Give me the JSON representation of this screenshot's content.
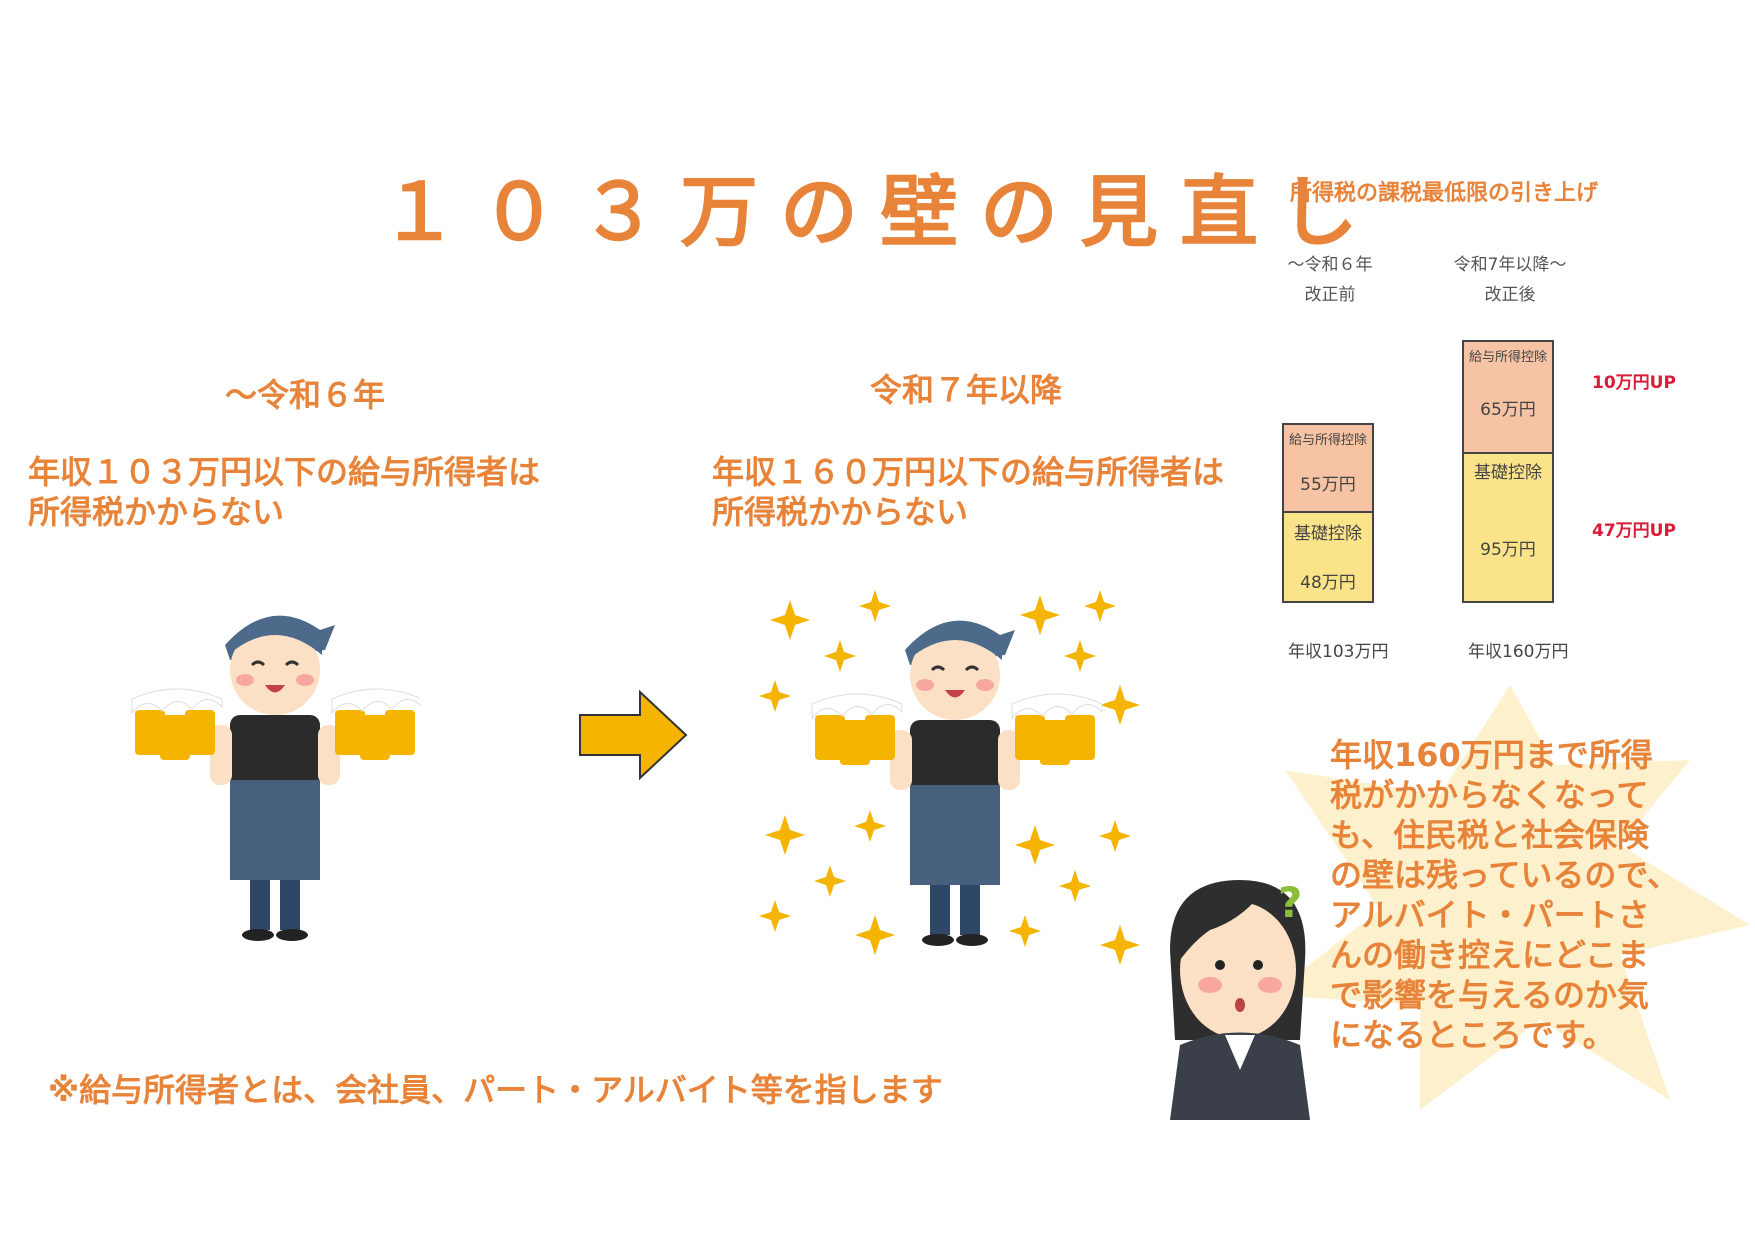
{
  "title": "１０３万の壁の見直し",
  "left": {
    "era": "～令和６年",
    "desc_line1": "年収１０３万円以下の給与所得者は",
    "desc_line2": "所得税かからない"
  },
  "right": {
    "era": "令和７年以降",
    "desc_line1": "年収１６０万円以下の給与所得者は",
    "desc_line2": "所得税かからない"
  },
  "note": "※給与所得者とは、会社員、パート・アルバイト等を指します",
  "chart": {
    "title": "所得税の課税最低限の引き上げ",
    "before": {
      "head_line1": "～令和６年",
      "head_line2": "改正前",
      "salary_label": "給与所得控除",
      "salary_amount": "55万円",
      "basic_label": "基礎控除",
      "basic_amount": "48万円",
      "income": "年収103万円"
    },
    "after": {
      "head_line1": "令和7年以降～",
      "head_line2": "改正後",
      "salary_label": "給与所得控除",
      "salary_amount": "65万円",
      "basic_label": "基礎控除",
      "basic_amount": "95万円",
      "income": "年収160万円"
    },
    "up_salary": "10万円UP",
    "up_basic": "47万円UP",
    "colors": {
      "salary": "#f6c3a4",
      "basic": "#fbe38a"
    }
  },
  "bubble": {
    "lines": [
      "年収160万円まで所得",
      "税がかからなくなって",
      "も、住民税と社会保険",
      "の壁は残っているので、",
      "アルバイト・パートさ",
      "んの働き控えにどこま",
      "で影響を与えるのか気",
      "になるところです。"
    ]
  },
  "question_mark": "?",
  "icons": [
    "man-with-beer-icon",
    "arrow-right-icon",
    "sparkle-icon",
    "woman-thinking-icon"
  ]
}
